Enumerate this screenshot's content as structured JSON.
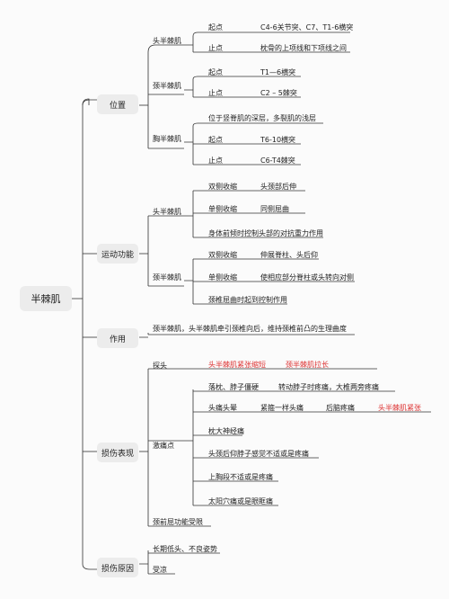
{
  "root": "半棘肌",
  "branches": {
    "position": "位置",
    "function": "运动功能",
    "role": "作用",
    "injury": "损伤表现",
    "cause": "损伤原因"
  },
  "position": {
    "head": {
      "label": "头半棘肌",
      "origin_label": "起点",
      "origin": "C4-6关节突、C7、T1-6横突",
      "insertion_label": "止点",
      "insertion": "枕骨的上项线和下项线之间"
    },
    "neck": {
      "label": "颈半棘肌",
      "origin_label": "起点",
      "origin": "T1—6横突",
      "insertion_label": "止点",
      "insertion": "C2 – 5棘突"
    },
    "chest": {
      "label": "胸半棘肌",
      "note": "位于竖脊肌的深层，多裂肌的浅层",
      "origin_label": "起点",
      "origin": "T6-10横突",
      "insertion_label": "止点",
      "insertion": "C6-T4棘突"
    }
  },
  "function": {
    "head": {
      "label": "头半棘肌",
      "bilateral_label": "双侧收缩",
      "bilateral": "头颈部后伸",
      "unilateral_label": "单侧收缩",
      "unilateral": "同侧屈曲",
      "note": "身体前倾时控制头部的对抗重力作用"
    },
    "neck": {
      "label": "颈半棘肌",
      "bilateral_label": "双侧收缩",
      "bilateral": "伸展脊柱、头后仰",
      "unilateral_label": "单侧收缩",
      "unilateral": "使相应部分脊柱或头转向对侧",
      "note": "颈椎屈曲时起到控制作用"
    }
  },
  "role": "颈半棘肌，头半棘肌牵引颈椎向后，维持颈椎前凸的生理曲度",
  "injury": {
    "probe": {
      "label": "探头",
      "a": "头半棘肌紧张缩短",
      "b": "颈半棘肌拉长"
    },
    "pain": {
      "label": "激痛点",
      "r1": "落枕、脖子僵硬",
      "r1b": "转动脖子时疼痛，大椎两旁疼痛",
      "r2": "头痛头晕",
      "r2b": "紧箍一样头痛",
      "r2c": "后脑疼痛",
      "r2d": "头半棘肌紧张",
      "r3": "枕大神经痛",
      "r4": "头颈后仰脖子感觉不适或是疼痛",
      "r5": "上胸段不适或是疼痛",
      "r6": "太阳穴痛或是眼眶痛"
    },
    "flex": "颈前屈功能受限"
  },
  "cause": {
    "c1": "长期低头、不良姿势",
    "c2": "受凉"
  },
  "colors": {
    "line": "#333333",
    "box": "#ececec",
    "highlight": "#dd3333"
  }
}
